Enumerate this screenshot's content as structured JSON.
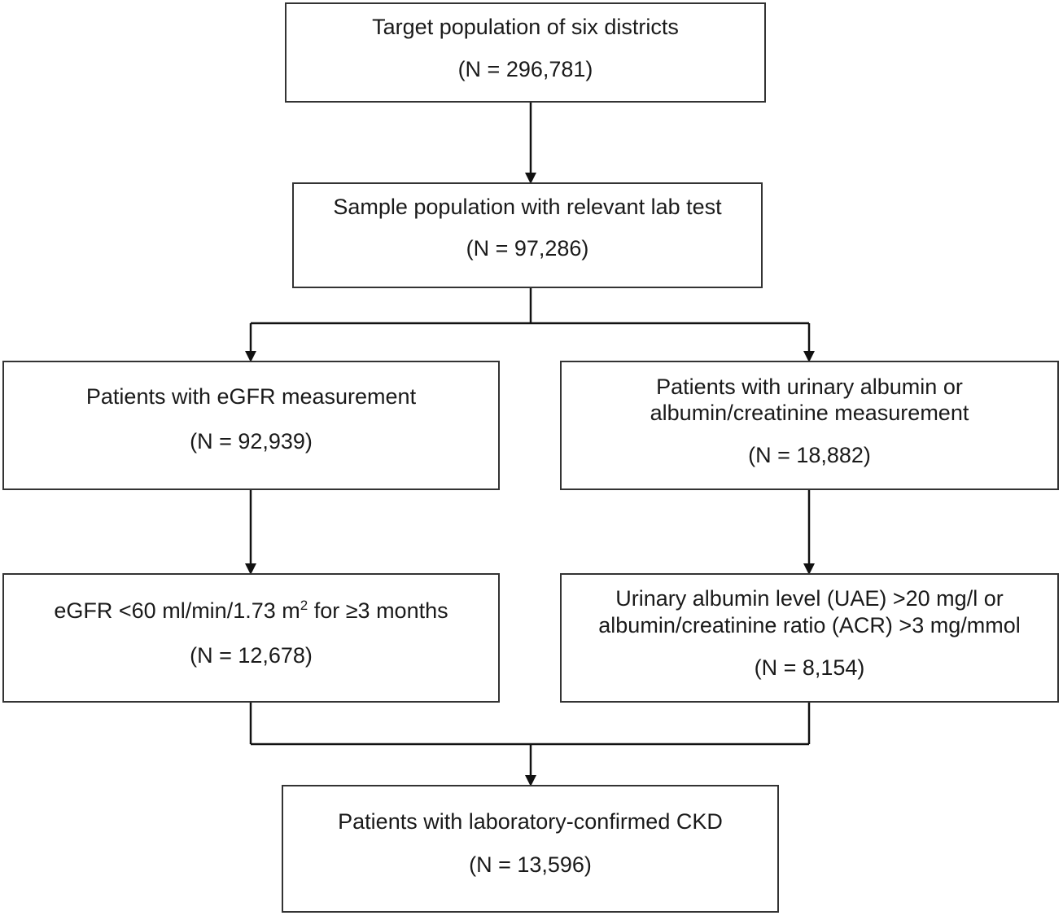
{
  "boxes": {
    "target": {
      "title": "Target population of six districts",
      "count": "(N = 296,781)"
    },
    "sample": {
      "title": "Sample population with relevant lab test",
      "count": "(N = 97,286)"
    },
    "egfr_measure": {
      "title": "Patients with eGFR measurement",
      "count": "(N = 92,939)"
    },
    "urinary_measure": {
      "title_line1": "Patients with urinary albumin or",
      "title_line2": "albumin/creatinine measurement",
      "count": "(N = 18,882)"
    },
    "egfr_low": {
      "title_prefix": "eGFR <60 ml/min/1.73 m",
      "title_sup": "2",
      "title_suffix": " for ≥3 months",
      "count": "(N = 12,678)"
    },
    "uae_high": {
      "title_line1": "Urinary albumin level (UAE) >20 mg/l or",
      "title_line2": "albumin/creatinine ratio (ACR) >3 mg/mmol",
      "count": "(N = 8,154)"
    },
    "ckd": {
      "title": "Patients with laboratory-confirmed CKD",
      "count": "(N = 13,596)"
    }
  }
}
